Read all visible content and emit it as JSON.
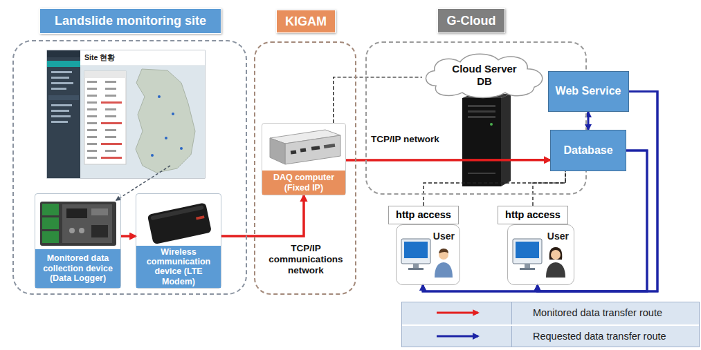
{
  "diagram": {
    "nodes": [
      {
        "text": [
          "Landslide monitoring site"
        ]
      },
      {
        "text": [
          "Monitored data collection device (Data Logger)"
        ],
        "in": 0
      },
      {
        "text": [
          "Wireless communication device (LTE Modem)"
        ],
        "in": 0
      },
      {
        "text": [
          "KIGAM"
        ]
      },
      {
        "text": [
          "DAQ computer (Fixed IP)"
        ],
        "in": 3
      },
      {
        "text": [
          "G-Cloud"
        ]
      },
      {
        "text": [
          "Cloud Server DB"
        ],
        "in": 5
      },
      {
        "text": [
          "Web Service"
        ],
        "in": 5
      },
      {
        "text": [
          "Database"
        ],
        "in": 5
      },
      {
        "text": [
          "http access"
        ]
      },
      {
        "text": [
          "User"
        ]
      },
      {
        "text": [
          "http access"
        ]
      },
      {
        "text": [
          "User"
        ]
      }
    ],
    "edges": [
      {
        "from": 1,
        "to": 2,
        "arrow": "to"
      },
      {
        "from": 2,
        "to": 4,
        "label": "TCP/IP communications network",
        "arrow": "to"
      },
      {
        "from": 4,
        "to": 8,
        "label": "TCP/IP network",
        "arrow": "to"
      },
      {
        "from": 4,
        "to": 6,
        "arrow": "none"
      },
      {
        "from": 7,
        "to": 8,
        "arrow": "both"
      },
      {
        "from": 7,
        "to": 10,
        "arrow": "to"
      },
      {
        "from": 7,
        "to": 12,
        "arrow": "to"
      },
      {
        "from": 8,
        "to": 10,
        "arrow": "to"
      },
      {
        "from": 8,
        "to": 12,
        "arrow": "to"
      },
      {
        "from": 9,
        "to": 8,
        "arrow": "none"
      },
      {
        "from": 11,
        "to": 8,
        "arrow": "none"
      }
    ],
    "labels": [
      "Site 현황"
    ],
    "legend": [
      {
        "text": "Monitored data transfer route"
      },
      {
        "text": "Requested data transfer route"
      }
    ]
  }
}
